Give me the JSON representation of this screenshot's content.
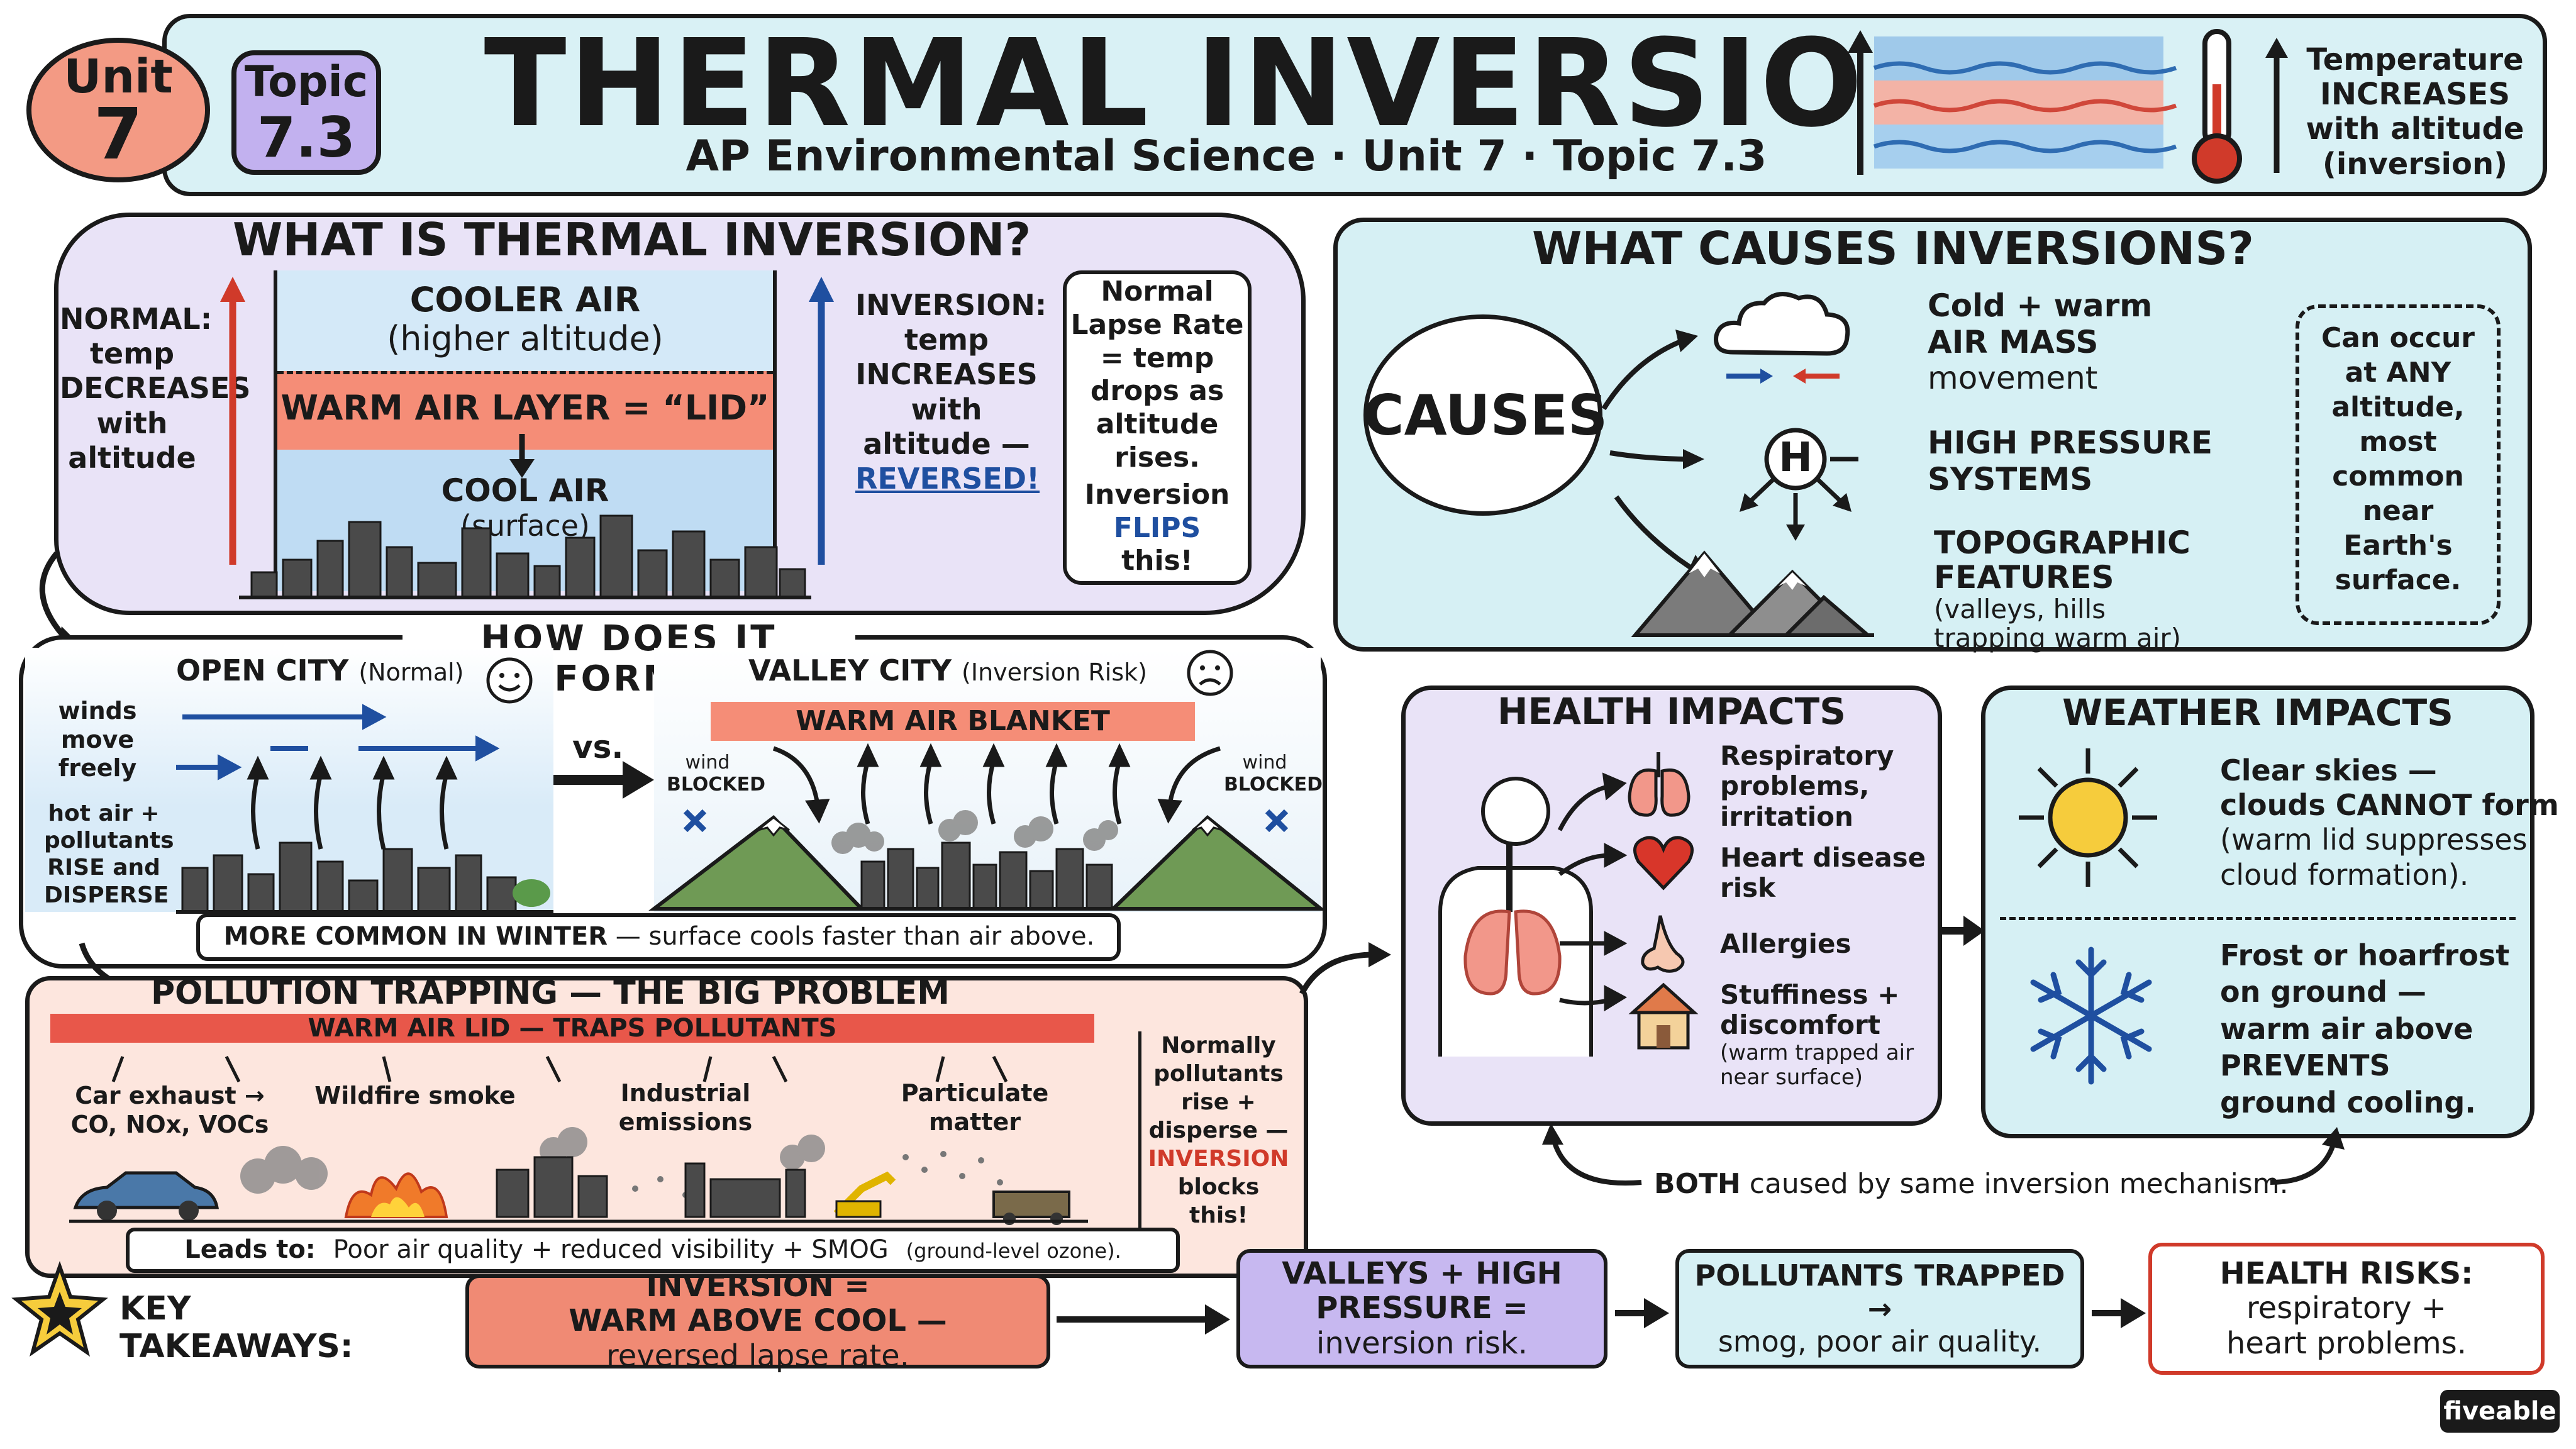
{
  "header": {
    "unit_label": "Unit",
    "unit_number": "7",
    "topic_label": "Topic",
    "topic_number": "7.3",
    "title": "THERMAL INVERSION",
    "subtitle": "AP Environmental Science · Unit 7 · Topic 7.3",
    "legend_text": [
      "Temperature",
      "INCREASES",
      "with altitude",
      "(inversion)"
    ]
  },
  "what_is": {
    "heading": "WHAT IS THERMAL INVERSION?",
    "normal_lines": [
      "NORMAL:",
      "temp",
      "DECREASES",
      "with",
      "altitude"
    ],
    "cooler_air": [
      "COOLER AIR",
      "(higher altitude)"
    ],
    "warm_layer": "WARM AIR LAYER = “LID”",
    "cool_air": [
      "COOL AIR",
      "(surface)"
    ],
    "inversion_lines": [
      "INVERSION:",
      "temp",
      "INCREASES",
      "with",
      "altitude —"
    ],
    "reversed": "REVERSED!",
    "note_lines": [
      "Normal",
      "Lapse Rate",
      "= temp",
      "drops as",
      "altitude",
      "rises."
    ],
    "note_inv": "Inversion",
    "note_flips": "FLIPS",
    "note_this": "this!"
  },
  "causes": {
    "heading": "WHAT CAUSES INVERSIONS?",
    "center": "CAUSES",
    "item1": [
      "Cold + warm",
      "AIR MASS",
      "movement"
    ],
    "item2": [
      "HIGH PRESSURE",
      "SYSTEMS"
    ],
    "item3": [
      "TOPOGRAPHIC",
      "FEATURES"
    ],
    "item3_sub": [
      "(valleys, hills",
      "trapping warm air)"
    ],
    "h_label": "H",
    "note": [
      "Can occur",
      "at ANY",
      "altitude,",
      "most",
      "common",
      "near",
      "Earth's",
      "surface."
    ]
  },
  "form": {
    "heading": "HOW DOES IT FORM?",
    "open_city": "OPEN CITY",
    "open_city_sub": "(Normal)",
    "valley_city": "VALLEY CITY",
    "valley_city_sub": "(Inversion Risk)",
    "winds": [
      "winds",
      "move",
      "freely"
    ],
    "hot_air": [
      "hot air +",
      "pollutants",
      "RISE and",
      "DISPERSE"
    ],
    "vs": "vs.",
    "warm_blanket": "WARM AIR BLANKET",
    "wind_blocked_left": [
      "wind",
      "BLOCKED"
    ],
    "wind_blocked_right": [
      "wind",
      "BLOCKED"
    ],
    "winter_bold": "MORE COMMON IN WINTER",
    "winter_rest": " — surface cools faster than air above."
  },
  "pollution": {
    "heading": "POLLUTION TRAPPING — THE BIG PROBLEM",
    "lid": "WARM AIR LID — TRAPS POLLUTANTS",
    "sources": [
      [
        "Car exhaust →",
        "CO, NOx, VOCs"
      ],
      [
        "Wildfire smoke"
      ],
      [
        "Industrial",
        "emissions"
      ],
      [
        "Particulate",
        "matter"
      ]
    ],
    "side": [
      "Normally",
      "pollutants",
      "rise +",
      "disperse —"
    ],
    "side_red": [
      "INVERSION"
    ],
    "side_end": "blocks this!",
    "leads_bold": "Leads to:",
    "leads_rest": "Poor air quality + reduced visibility + SMOG",
    "leads_small": "(ground-level ozone)."
  },
  "health": {
    "heading": "HEALTH IMPACTS",
    "items": [
      [
        "Respiratory",
        "problems,",
        "irritation"
      ],
      [
        "Heart disease",
        "risk"
      ],
      [
        "Allergies"
      ],
      [
        "Stuffiness +",
        "discomfort"
      ]
    ],
    "item4_sub": [
      "(warm trapped air",
      "near surface)"
    ]
  },
  "weather": {
    "heading": "WEATHER IMPACTS",
    "clear": [
      "Clear skies —",
      "clouds CANNOT form",
      "(warm lid suppresses",
      "cloud formation)."
    ],
    "frost": [
      "Frost or hoarfrost",
      "on ground —",
      "warm air above",
      "PREVENTS",
      "ground cooling."
    ]
  },
  "both": {
    "bold": "BOTH",
    "rest": " caused by same inversion mechanism."
  },
  "takeaways": {
    "label": [
      "KEY",
      "TAKEAWAYS:"
    ],
    "boxes": [
      [
        "INVERSION =",
        "WARM ABOVE COOL —",
        "reversed lapse rate."
      ],
      [
        "VALLEYS + HIGH",
        "PRESSURE =",
        "inversion risk."
      ],
      [
        "POLLUTANTS TRAPPED →",
        "smog, poor air quality."
      ],
      [
        "HEALTH RISKS:",
        "respiratory +",
        "heart problems."
      ]
    ]
  },
  "brand": "fiveable",
  "colors": {
    "header_bg": "#d9f1f5",
    "lavender": "#e9e3f7",
    "teal": "#d6f0f4",
    "salmon": "#f08a74",
    "peach": "#fde6de",
    "purple_box": "#c7b8f0",
    "red": "#d03a2a",
    "blue": "#1f4fa0"
  }
}
